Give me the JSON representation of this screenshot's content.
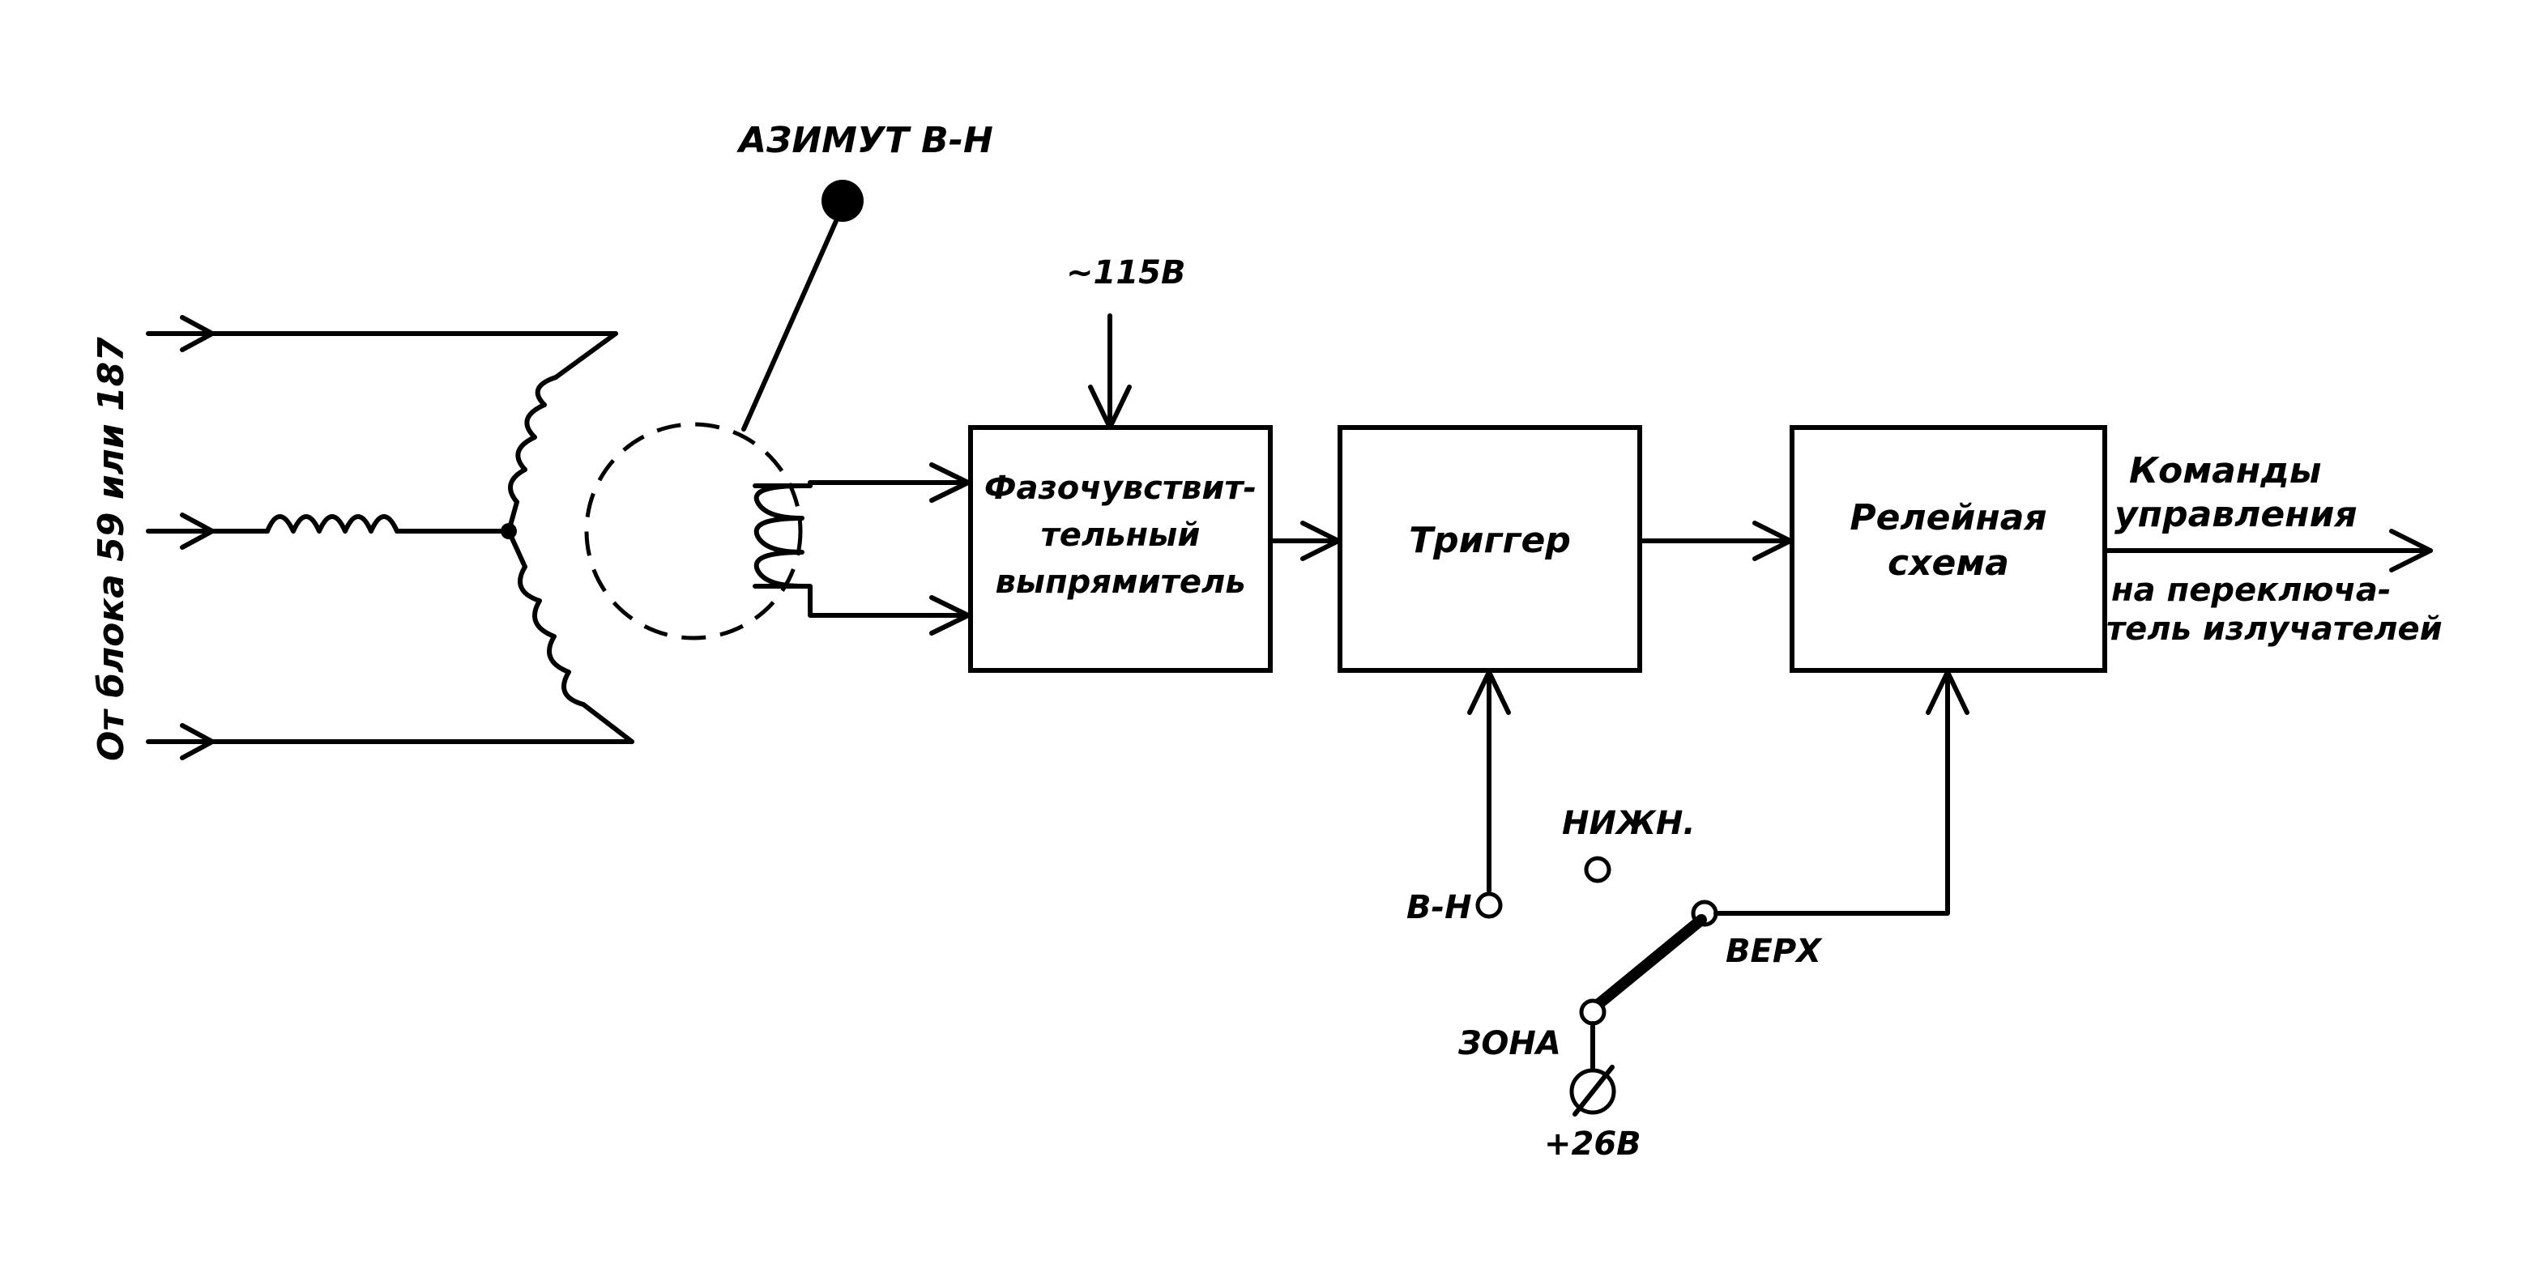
{
  "input": {
    "label": "От блока 59 или 187"
  },
  "synchro": {
    "label": "АЗИМУТ В-Н"
  },
  "supply": {
    "label": "~115В"
  },
  "blocks": {
    "phase_rectifier": [
      "Фазочувствит-",
      "тельный",
      "выпрямитель"
    ],
    "trigger": "Триггер",
    "relay": [
      "Релейная",
      "схема"
    ]
  },
  "output": {
    "top": [
      "Команды",
      "управления"
    ],
    "bottom": [
      "на переключа-",
      "тель излучателей"
    ]
  },
  "switch": {
    "bn": "В-Н",
    "lower": "НИЖН.",
    "upper": "ВЕРХ",
    "zone": "ЗОНА",
    "power": "+26В"
  }
}
